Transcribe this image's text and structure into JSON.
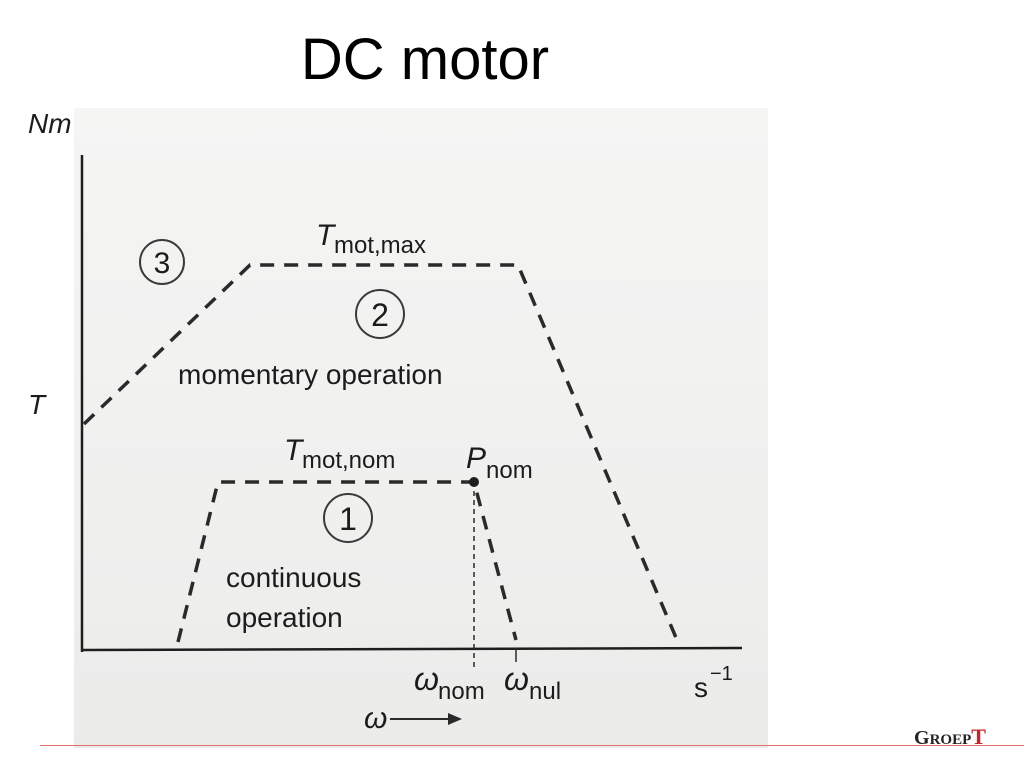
{
  "slide": {
    "title": "DC motor"
  },
  "diagram": {
    "y_axis_unit": "Nm",
    "y_tick_label": "T",
    "x_axis_unit": "s",
    "x_axis_unit_exp": "−1",
    "x_axis_var": "ω",
    "tick_omega_nom_base": "ω",
    "tick_omega_nom_sub": "nom",
    "tick_omega_nul_base": "ω",
    "tick_omega_nul_sub": "nul",
    "t_mot_max_base": "T",
    "t_mot_max_sub": "mot,max",
    "t_mot_nom_base": "T",
    "t_mot_nom_sub": "mot,nom",
    "p_nom_base": "P",
    "p_nom_sub": "nom",
    "region_1_number": "1",
    "region_2_number": "2",
    "region_3_number": "3",
    "momentary_label": "momentary operation",
    "continuous_label_line1": "continuous",
    "continuous_label_line2": "operation"
  },
  "logo": {
    "text_g": "G",
    "text_roep": "ROEP",
    "text_t": "T"
  }
}
